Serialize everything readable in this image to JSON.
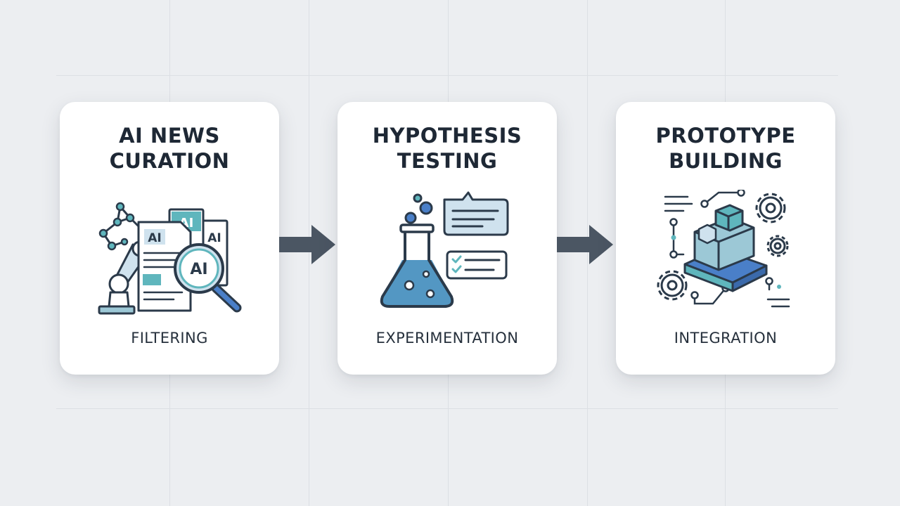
{
  "stages": [
    {
      "title_lines": [
        "AI NEWS",
        "CURATION"
      ],
      "caption": "FILTERING",
      "icon": "news-analysis-icon",
      "icon_text": [
        "AI",
        "AI",
        "AI",
        "AI"
      ]
    },
    {
      "title_lines": [
        "HYPOTHESIS",
        "TESTING"
      ],
      "caption": "EXPERIMENTATION",
      "icon": "lab-flask-icon"
    },
    {
      "title_lines": [
        "PROTOTYPE",
        "BUILDING"
      ],
      "caption": "INTEGRATION",
      "icon": "prototype-blocks-icon"
    }
  ],
  "connectors": [
    "arrow-right-icon",
    "arrow-right-icon"
  ],
  "colors": {
    "background": "#eceef1",
    "card": "#ffffff",
    "title": "#1e2835",
    "arrow": "#4b5663",
    "outline": "#2b3a4a",
    "teal": "#5fb6bd",
    "blue": "#4a7fc8",
    "light_blue": "#cfe2ee"
  }
}
